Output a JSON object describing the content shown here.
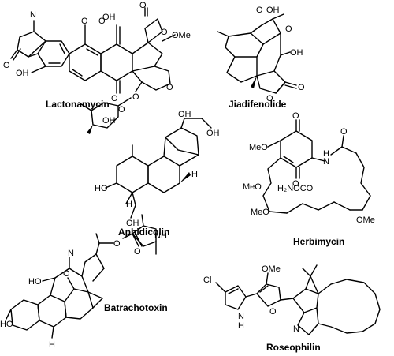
{
  "molecules": [
    {
      "name": "Lactonamycin",
      "atoms": [
        "N",
        "O",
        "O",
        "O",
        "OH",
        "OH",
        "O",
        "O",
        "OMe",
        "O",
        "O",
        "O",
        "O",
        "OH"
      ]
    },
    {
      "name": "Jiadifenolide",
      "atoms": [
        "O",
        "OH",
        "O",
        "OH",
        "O",
        "O"
      ]
    },
    {
      "name": "Aphidicolin",
      "atoms": [
        "OH",
        "OH",
        "HO",
        "H",
        "H",
        "OH"
      ]
    },
    {
      "name": "Herbimycin",
      "atoms": [
        "O",
        "O",
        "MeO",
        "N",
        "H",
        "O",
        "H₂NOCO",
        "MeO",
        "MeO",
        "OMe"
      ]
    },
    {
      "name": "Batrachotoxin",
      "atoms": [
        "N",
        "O",
        "O",
        "HO",
        "HO",
        "O",
        "N",
        "H",
        "H"
      ]
    },
    {
      "name": "Roseophilin",
      "atoms": [
        "OMe",
        "Cl",
        "N",
        "H",
        "O",
        "N"
      ]
    }
  ]
}
